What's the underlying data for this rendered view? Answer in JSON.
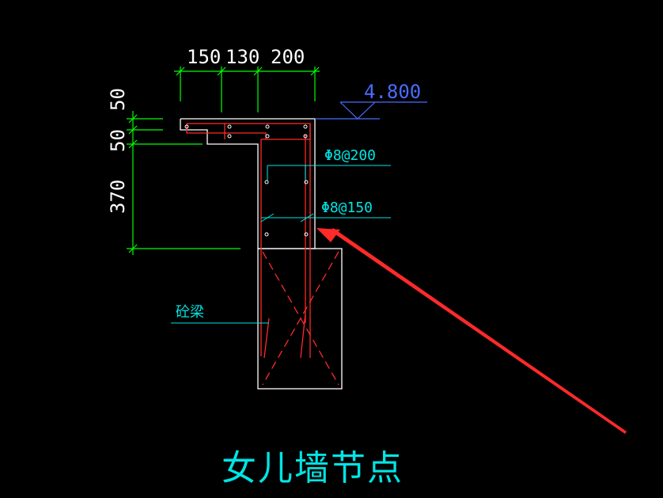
{
  "colors": {
    "background": "#000000",
    "outline": "#ffffff",
    "rebar": "#ff2a2a",
    "dimension": "#00ff00",
    "annotation": "#00e5e5",
    "elevation": "#4a6cff",
    "arrow": "#ff2a2a"
  },
  "dims_top": [
    "150",
    "130",
    "200"
  ],
  "dims_left": [
    "50",
    "50",
    "370"
  ],
  "elevation": "4.800",
  "rebar_labels": [
    "Φ8@200",
    "Φ8@150"
  ],
  "beam_label": "砼梁",
  "title": "女儿墙节点"
}
